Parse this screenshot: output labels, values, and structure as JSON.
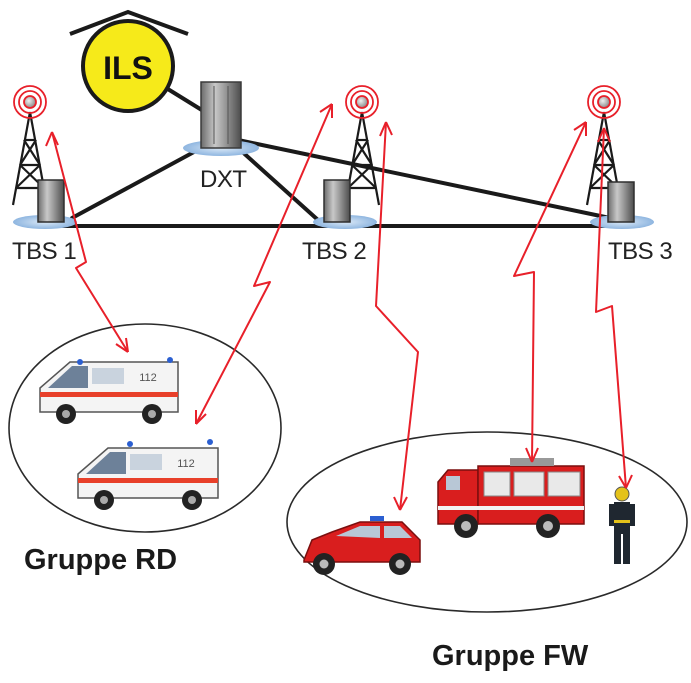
{
  "center": {
    "ils_label": "ILS",
    "dxt_label": "DXT"
  },
  "stations": [
    {
      "id": "tbs1",
      "label": "TBS 1"
    },
    {
      "id": "tbs2",
      "label": "TBS 2"
    },
    {
      "id": "tbs3",
      "label": "TBS 3"
    }
  ],
  "groups": [
    {
      "id": "rd",
      "label": "Gruppe RD"
    },
    {
      "id": "fw",
      "label": "Gruppe FW"
    }
  ],
  "vehicles": {
    "ambulance_number": "112"
  },
  "colors": {
    "ils_fill": "#f6ea1a",
    "radio_link": "#e8202a",
    "wired_link": "#1a1a1a",
    "base_pad": "#9fc3e6",
    "fire_red": "#d91e1e"
  }
}
